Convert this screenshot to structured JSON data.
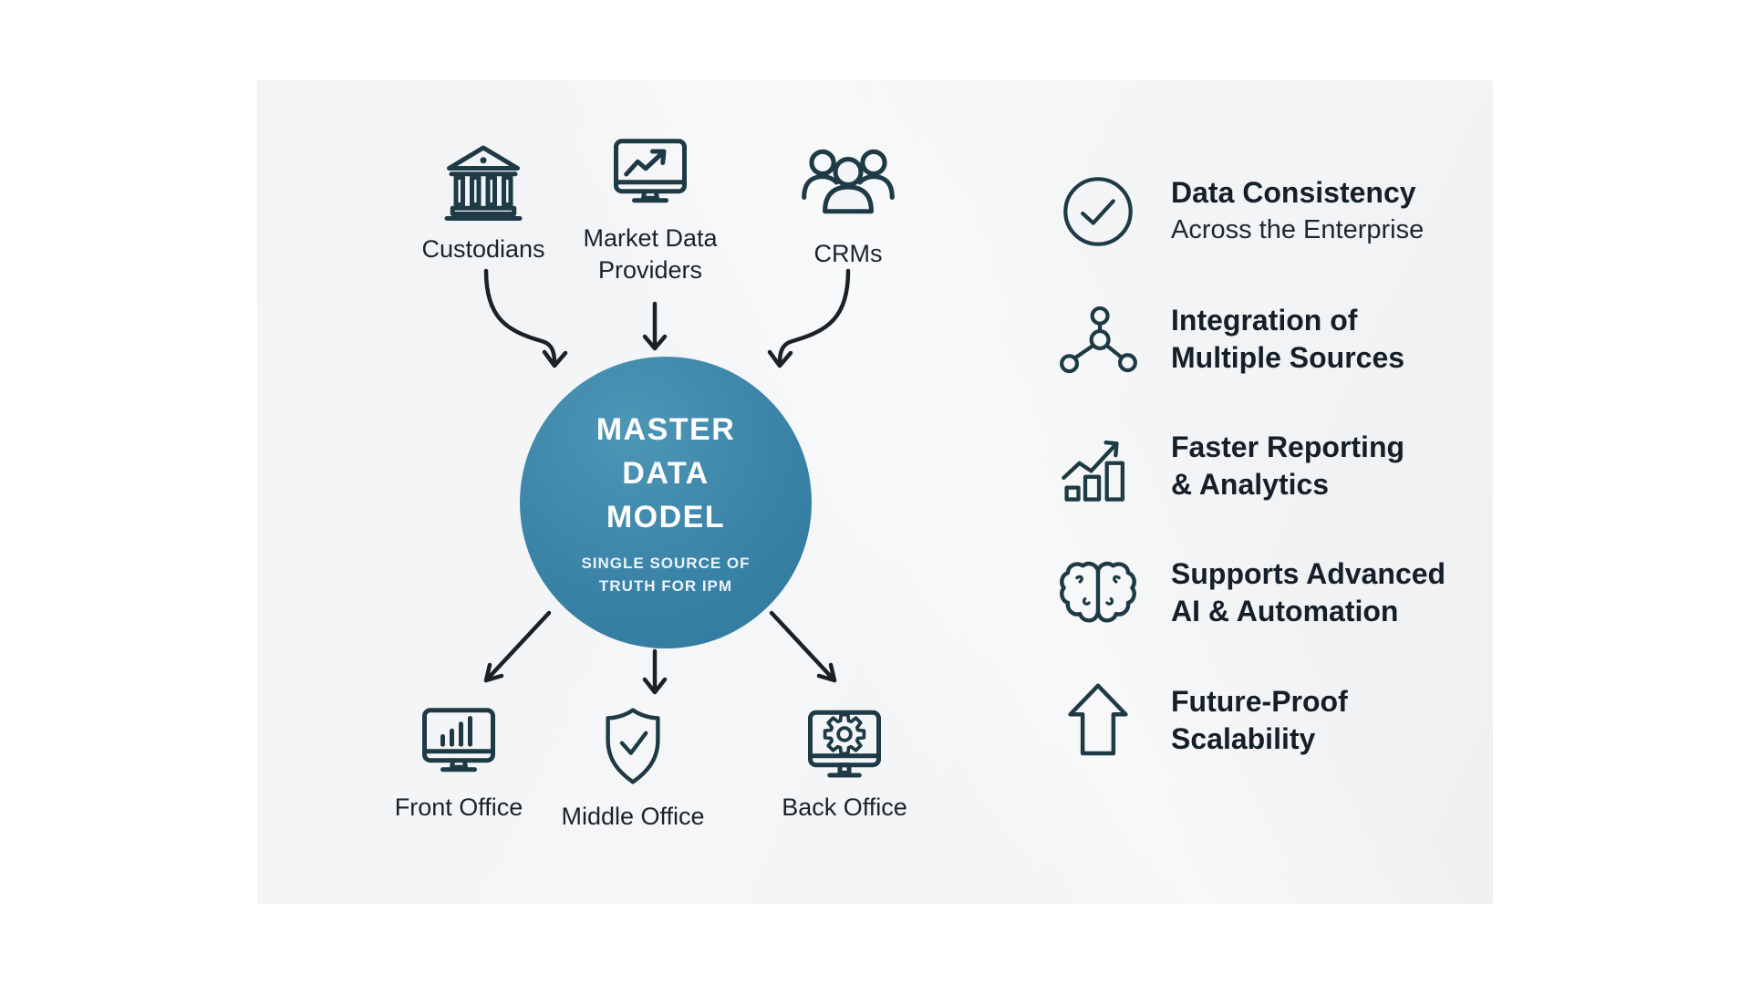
{
  "center": {
    "title_lines": [
      "MASTER",
      "DATA",
      "MODEL"
    ],
    "subtitle_lines": [
      "SINGLE SOURCE OF",
      "TRUTH FOR IPM"
    ]
  },
  "sources": [
    {
      "icon": "bank-icon",
      "label_lines": [
        "Custodians"
      ]
    },
    {
      "icon": "monitor-trend-icon",
      "label_lines": [
        "Market Data",
        "Providers"
      ]
    },
    {
      "icon": "people-group-icon",
      "label_lines": [
        "CRMs"
      ]
    }
  ],
  "consumers": [
    {
      "icon": "monitor-bars-icon",
      "label": "Front Office"
    },
    {
      "icon": "shield-check-icon",
      "label": "Middle Office"
    },
    {
      "icon": "monitor-gear-icon",
      "label": "Back Office"
    }
  ],
  "benefits": [
    {
      "icon": "circle-check-icon",
      "line1": "Data Consistency",
      "line2": "Across the Enterprise"
    },
    {
      "icon": "network-icon",
      "line1": "Integration of",
      "line2": "Multiple Sources"
    },
    {
      "icon": "chart-growth-icon",
      "line1": "Faster Reporting",
      "line2": "& Analytics"
    },
    {
      "icon": "brain-icon",
      "line1": "Supports Advanced",
      "line2": "AI & Automation"
    },
    {
      "icon": "arrow-up-icon",
      "line1": "Future-Proof",
      "line2": "Scalability"
    }
  ],
  "colors": {
    "circle_fill": "#3a83a7",
    "icon_stroke": "#1d3a45",
    "arrow_stroke": "#1b2127",
    "text": "#16222c",
    "panel_bg": "#f3f4f6",
    "canvas_bg": "#ffffff"
  }
}
